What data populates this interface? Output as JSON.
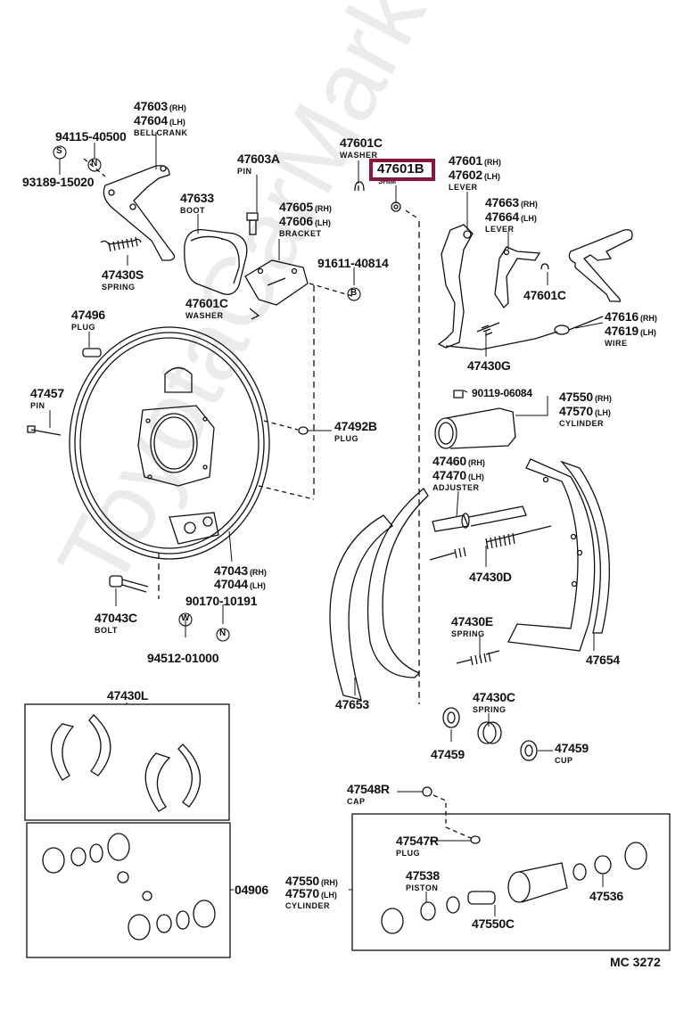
{
  "diagram": {
    "title": "Rear Drum Brake Parts Diagram",
    "catalog_code": "MC 3272",
    "watermark": "ToyotaCarMarket.ru",
    "highlight": {
      "part": "47601B",
      "name": "SHIM",
      "color": "#8a1538"
    }
  },
  "parts": [
    {
      "id": "47603",
      "side": "(RH)"
    },
    {
      "id": "47604",
      "side": "(LH)",
      "name": "BELLCRANK"
    },
    {
      "id": "94115-40500"
    },
    {
      "id": "93189-15020"
    },
    {
      "id": "47603A",
      "name": "PIN"
    },
    {
      "id": "47633",
      "name": "BOOT"
    },
    {
      "id": "47601C",
      "name": "WASHER"
    },
    {
      "id": "47601B",
      "name": "SHIM"
    },
    {
      "id": "47601",
      "side": "(RH)"
    },
    {
      "id": "47602",
      "side": "(LH)",
      "name": "LEVER"
    },
    {
      "id": "47663",
      "side": "(RH)"
    },
    {
      "id": "47664",
      "side": "(LH)",
      "name": "LEVER"
    },
    {
      "id": "47605",
      "side": "(RH)"
    },
    {
      "id": "47606",
      "side": "(LH)",
      "name": "BRACKET"
    },
    {
      "id": "47430S",
      "name": "SPRING"
    },
    {
      "id": "91611-40814"
    },
    {
      "id": "47601C"
    },
    {
      "id": "47601C",
      "name": "WASHER"
    },
    {
      "id": "47616",
      "side": "(RH)"
    },
    {
      "id": "47619",
      "side": "(LH)",
      "name": "WIRE"
    },
    {
      "id": "47496",
      "name": "PLUG"
    },
    {
      "id": "47430G"
    },
    {
      "id": "90119-06084"
    },
    {
      "id": "47550",
      "side": "(RH)"
    },
    {
      "id": "47570",
      "side": "(LH)",
      "name": "CYLINDER"
    },
    {
      "id": "47457",
      "name": "PIN"
    },
    {
      "id": "47492B",
      "name": "PLUG"
    },
    {
      "id": "47460",
      "side": "(RH)"
    },
    {
      "id": "47470",
      "side": "(LH)",
      "name": "ADJUSTER"
    },
    {
      "id": "47430D"
    },
    {
      "id": "47043",
      "side": "(RH)"
    },
    {
      "id": "47044",
      "side": "(LH)"
    },
    {
      "id": "90170-10191"
    },
    {
      "id": "47043C",
      "name": "BOLT"
    },
    {
      "id": "94512-01000"
    },
    {
      "id": "47430E",
      "name": "SPRING"
    },
    {
      "id": "47654"
    },
    {
      "id": "47653"
    },
    {
      "id": "47430C",
      "name": "SPRING"
    },
    {
      "id": "47459"
    },
    {
      "id": "47459",
      "name": "CUP"
    },
    {
      "id": "47430L"
    },
    {
      "id": "47548R",
      "name": "CAP"
    },
    {
      "id": "47547R",
      "name": "PLUG"
    },
    {
      "id": "04906"
    },
    {
      "id": "47550",
      "side": "(RH)"
    },
    {
      "id": "47570",
      "side": "(LH)",
      "name": "CYLINDER"
    },
    {
      "id": "47538",
      "name": "PISTON"
    },
    {
      "id": "47536"
    },
    {
      "id": "47550C"
    }
  ],
  "callouts": {
    "S": "S",
    "N": "N",
    "B": "B",
    "W": "W"
  }
}
